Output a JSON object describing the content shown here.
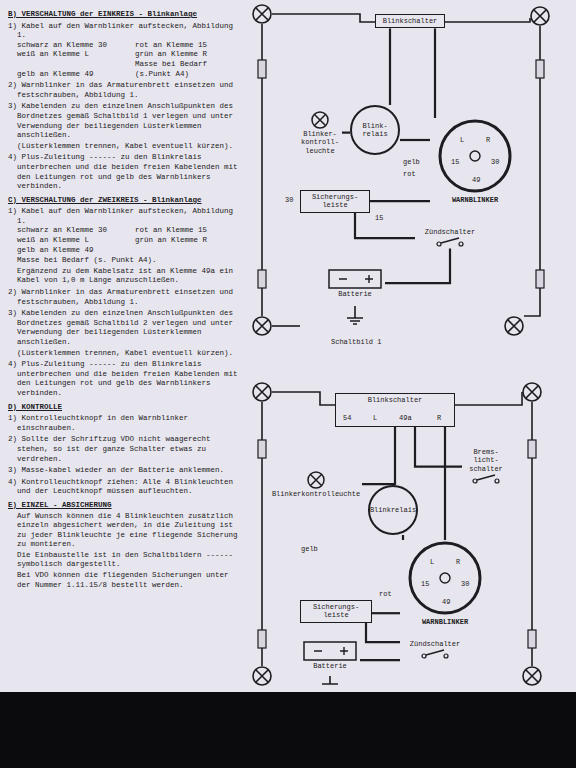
{
  "diagram": {
    "nodes": [
      {
        "text": [
          "Blinkschalter"
        ]
      },
      {
        "text": [
          "Blink- relais"
        ]
      },
      {
        "text": [
          "Blinker- kontroll- leuchte"
        ]
      },
      {
        "text": [
          "WARNBLINKER"
        ]
      },
      {
        "text": [
          "Sicherungs- leiste"
        ]
      },
      {
        "text": [
          "Zündschalter"
        ]
      },
      {
        "text": [
          "Batterie"
        ]
      },
      {
        "text": [
          "Blinkschalter"
        ]
      },
      {
        "text": [
          "Brems- licht- schalter"
        ]
      },
      {
        "text": [
          "Blinkrelais"
        ]
      },
      {
        "text": [
          "Blinkerkontrolleuchte"
        ]
      },
      {
        "text": [
          "WARNBLINKER"
        ]
      },
      {
        "text": [
          "Sicherungs- leiste"
        ]
      },
      {
        "text": [
          "Zündschalter"
        ]
      },
      {
        "text": [
          "Batterie"
        ]
      }
    ],
    "edges": [
      {
        "from": 0,
        "to": 1,
        "arrow": "none"
      },
      {
        "from": 0,
        "to": 3,
        "arrow": "none"
      },
      {
        "from": 2,
        "to": 1,
        "arrow": "none"
      },
      {
        "from": 1,
        "to": 3,
        "arrow": "none"
      },
      {
        "from": 3,
        "to": 4,
        "arrow": "none"
      },
      {
        "from": 4,
        "to": 5,
        "arrow": "none"
      },
      {
        "from": 5,
        "to": 6,
        "arrow": "none"
      },
      {
        "from": 7,
        "to": 9,
        "arrow": "none"
      },
      {
        "from": 8,
        "to": 7,
        "arrow": "none"
      },
      {
        "from": 10,
        "to": 9,
        "arrow": "none"
      },
      {
        "from": 9,
        "to": 11,
        "arrow": "none"
      },
      {
        "from": 7,
        "to": 11,
        "arrow": "none"
      },
      {
        "from": 11,
        "to": 12,
        "arrow": "none"
      },
      {
        "from": 12,
        "to": 13,
        "arrow": "none"
      },
      {
        "from": 13,
        "to": 14,
        "arrow": "none"
      }
    ],
    "labels": [
      "B) VERSCHALTUNG der EINKREIS - Blinkanlage",
      "1) Kabel auf den Warnblinker aufstecken, Abbildung 1.",
      "schwarz an Klemme 30",
      "rot an Klemme 15",
      "weiß an Klemme L",
      "grün an Klemme R",
      "gelb an Klemme 49",
      "Masse bei Bedarf (s.Punkt A4)",
      "2) Warnblinker in das Armaturenbrett einsetzen und festschrauben, Abbildung 1.",
      "3) Kabelenden zu den einzelnen Anschlußpunkten des Bordnetzes gemäß Schaltbild 1 verlegen und unter Verwendung der beiliegenden Lüsterklemmen anschließen.",
      "(Lüsterklemmen trennen, Kabel eventuell kürzen).",
      "4) Plus-Zuleitung ------ zu den Blinkrelais unterbrechen und die beiden freien Kabelenden mit den Leitungen rot und gelb des Warnblinkers verbinden.",
      "C) VERSCHALTUNG der ZWEIKREIS - Blinkanlage",
      "1) Kabel auf den Warnblinker aufstecken, Abbildung 1.",
      "schwarz an Klemme 30",
      "rot an Klemme 15",
      "weiß an Klemme L",
      "grün an Klemme R",
      "gelb an Klemme 49",
      "Masse bei Bedarf (s. Punkt A4).",
      "Ergänzend zu dem Kabelsatz ist an Klemme 49a ein Kabel von 1,0 m Länge anzuschließen.",
      "2) Warnblinker in das Armaturenbrett einsetzen und festschrauben, Abbildung 1.",
      "3) Kabelenden zu den einzelnen Anschlußpunkten des Bordnetzes gemäß Schaltbild 2 verlegen und unter Verwendung der beiliegenden Lüsterklemmen anschließen.",
      "(Lüsterklemmen trennen, Kabel eventuell kürzen).",
      "4) Plus-Zuleitung ------ zu den Blinkrelais unterbrechen und die beiden freien Kabelenden mit den Leitungen rot und gelb des Warnblinkers verbinden.",
      "D) KONTROLLE",
      "1) Kontrolleuchtknopf in den Warnblinker einschrauben.",
      "2) Sollte der Schriftzug VDO nicht waagerecht stehen, so ist der ganze Schalter etwas zu verdrehen.",
      "3) Masse-kabel wieder an der Batterie anklemmen.",
      "4) Kontrolleuchtknopf ziehen: Alle 4 Blinkleuchten und der Leuchtknopf müssen aufleuchten.",
      "E) EINZEL - ABSICHERUNG",
      "Auf Wunsch können die 4 Blinkleuchten zusätzlich einzeln abgesichert werden, in die Zuleitung ist zu jeder Blinkleuchte je eine fliegende Sicherung zu montieren.",
      "Die Einbaustelle ist in den Schaltbildern ------ symbolisch dargestellt.",
      "Bei VDO können die fliegenden Sicherungen unter der Nummer 1.11.15/8 bestellt werden.",
      "gelb",
      "rot",
      "30",
      "15",
      "L",
      "R",
      "15",
      "30",
      "49",
      "Schaltbild 1",
      "54",
      "L",
      "49a",
      "R",
      "gelb",
      "rot",
      "L",
      "R",
      "15",
      "30",
      "49"
    ]
  }
}
